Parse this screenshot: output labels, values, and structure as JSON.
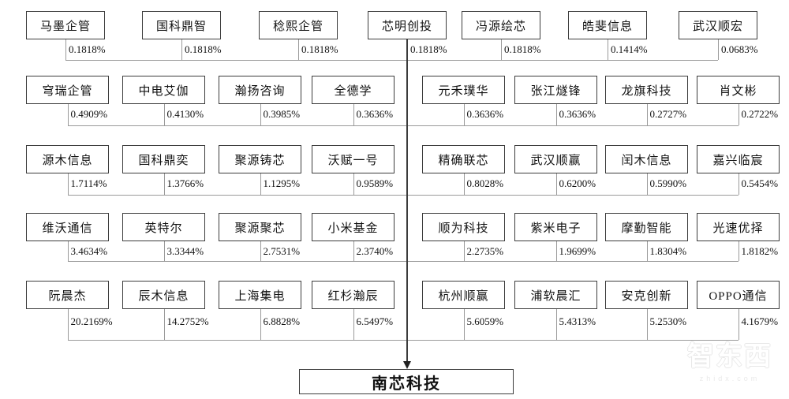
{
  "diagram": {
    "company": "南芯科技",
    "rows": [
      {
        "items": [
          {
            "name": "马墨企管",
            "pct": "0.1818%"
          },
          {
            "name": "国科鼎智",
            "pct": "0.1818%"
          },
          {
            "name": "稔熙企管",
            "pct": "0.1818%"
          },
          {
            "name": "芯明创投",
            "pct": "0.1818%"
          },
          {
            "name": "冯源绘芯",
            "pct": "0.1818%"
          },
          {
            "name": "皓斐信息",
            "pct": "0.1414%"
          },
          {
            "name": "武汉顺宏",
            "pct": "0.0683%"
          }
        ]
      },
      {
        "items": [
          {
            "name": "穹瑞企管",
            "pct": "0.4909%"
          },
          {
            "name": "中电艾伽",
            "pct": "0.4130%"
          },
          {
            "name": "瀚扬咨询",
            "pct": "0.3985%"
          },
          {
            "name": "全德学",
            "pct": "0.3636%"
          },
          {
            "name": "元禾璞华",
            "pct": "0.3636%"
          },
          {
            "name": "张江燧锋",
            "pct": "0.3636%"
          },
          {
            "name": "龙旗科技",
            "pct": "0.2727%"
          },
          {
            "name": "肖文彬",
            "pct": "0.2722%"
          }
        ]
      },
      {
        "items": [
          {
            "name": "源木信息",
            "pct": "1.7114%"
          },
          {
            "name": "国科鼎奕",
            "pct": "1.3766%"
          },
          {
            "name": "聚源铸芯",
            "pct": "1.1295%"
          },
          {
            "name": "沃赋一号",
            "pct": "0.9589%"
          },
          {
            "name": "精确联芯",
            "pct": "0.8028%"
          },
          {
            "name": "武汉顺赢",
            "pct": "0.6200%"
          },
          {
            "name": "闰木信息",
            "pct": "0.5990%"
          },
          {
            "name": "嘉兴临宸",
            "pct": "0.5454%"
          }
        ]
      },
      {
        "items": [
          {
            "name": "维沃通信",
            "pct": "3.4634%"
          },
          {
            "name": "英特尔",
            "pct": "3.3344%"
          },
          {
            "name": "聚源聚芯",
            "pct": "2.7531%"
          },
          {
            "name": "小米基金",
            "pct": "2.3740%"
          },
          {
            "name": "顺为科技",
            "pct": "2.2735%"
          },
          {
            "name": "紫米电子",
            "pct": "1.9699%"
          },
          {
            "name": "摩勤智能",
            "pct": "1.8304%"
          },
          {
            "name": "光速优择",
            "pct": "1.8182%"
          }
        ]
      },
      {
        "items": [
          {
            "name": "阮晨杰",
            "pct": "20.2169%"
          },
          {
            "name": "辰木信息",
            "pct": "14.2752%"
          },
          {
            "name": "上海集电",
            "pct": "6.8828%"
          },
          {
            "name": "红杉瀚辰",
            "pct": "6.5497%"
          },
          {
            "name": "杭州顺赢",
            "pct": "5.6059%"
          },
          {
            "name": "浦软晨汇",
            "pct": "5.4313%"
          },
          {
            "name": "安克创新",
            "pct": "5.2530%"
          },
          {
            "name": "OPPO通信",
            "pct": "4.1679%"
          }
        ]
      }
    ]
  },
  "watermark": {
    "logo": "智东西",
    "domain": "zhidx.com"
  },
  "colors": {
    "connector": "#9a9a9a",
    "trunk": "#3c3c3c",
    "box_border": "#3c3c3c"
  }
}
